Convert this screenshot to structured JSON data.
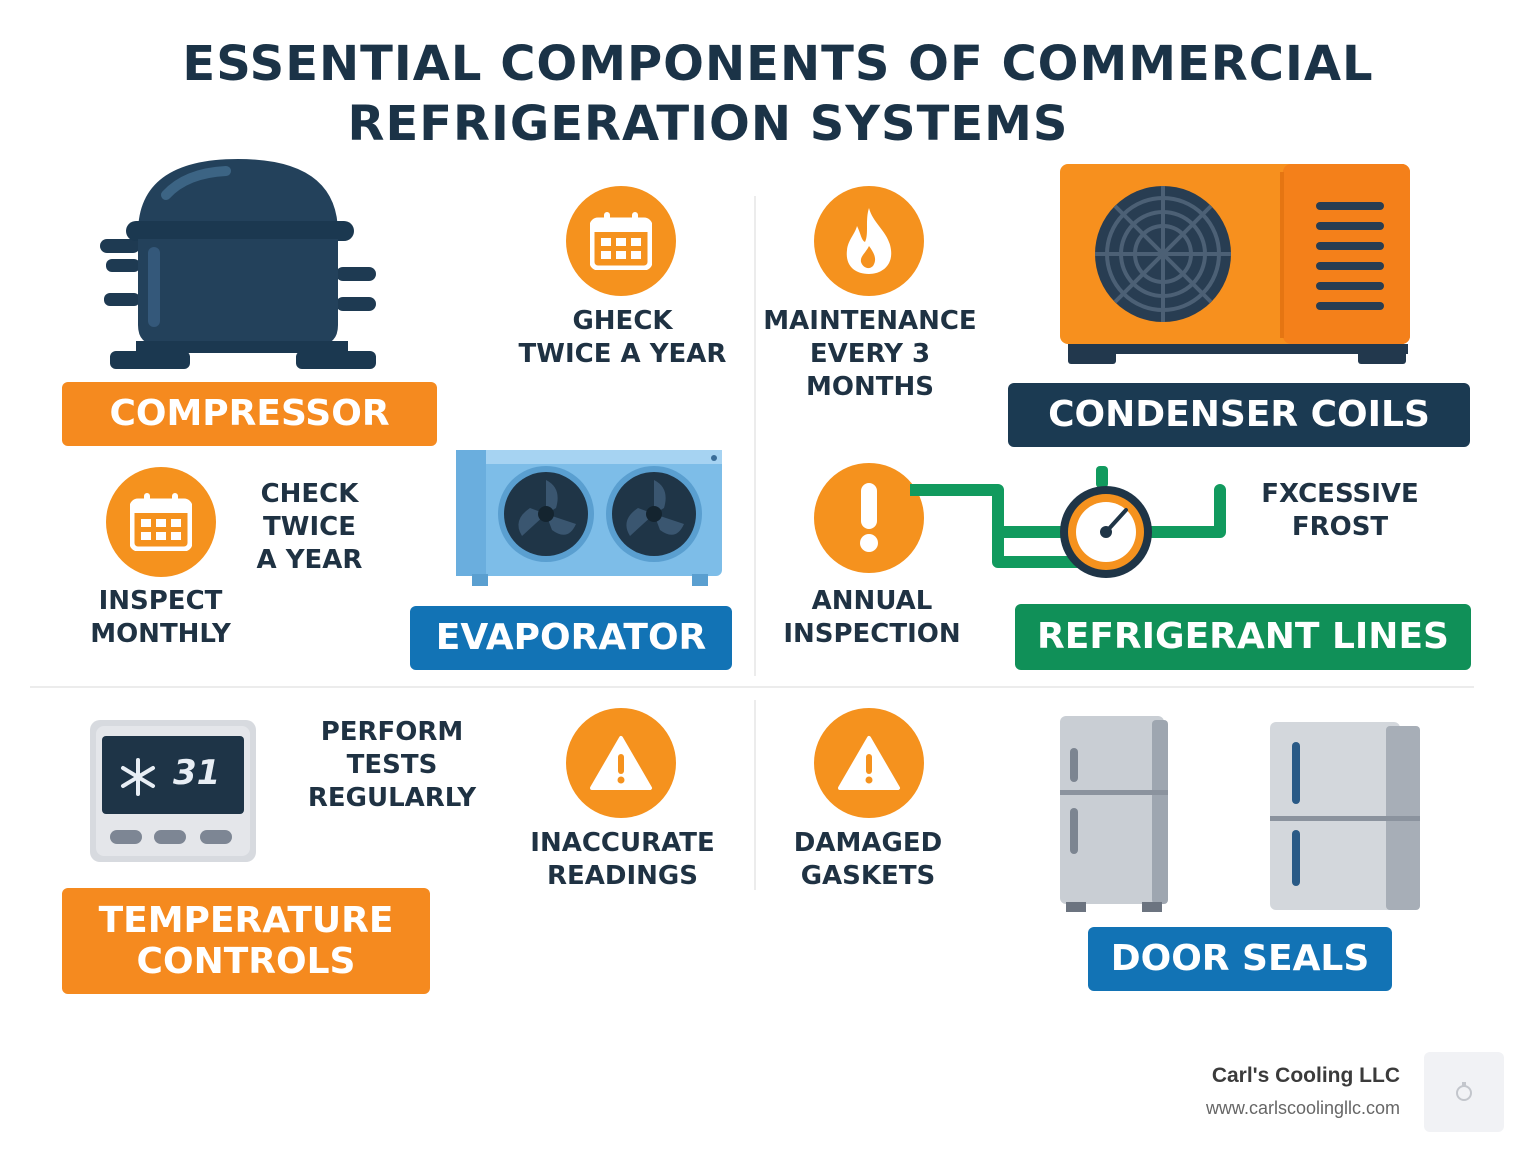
{
  "title": {
    "line1": "ESSENTIAL COMPONENTS OF COMMERCIAL",
    "line2": "REFRIGERATION SYSTEMS"
  },
  "components": {
    "compressor": "COMPRESSOR",
    "condenser": "CONDENSER COILS",
    "evaporator": "EVAPORATOR",
    "refrigerant": "REFRIGERANT LINES",
    "temperature": "TEMPERATURE\nCONTROLS",
    "door": "DOOR SEALS"
  },
  "notes": {
    "check_top": "GHECK\nTWICE A YEAR",
    "maintenance": "MAINTENANCE\nEVERY 3\nMONTHS",
    "check_left": "CHECK\nTWICE\nA YEAR",
    "inspect": "INSPECT\nMONTHLY",
    "annual": "ANNUAL\nINSPECTION",
    "frost": "FXCESSIVE\nFROST",
    "perform": "PERFORM\nTESTS\nREGULARLY",
    "inaccurate": "INACCURATE\nREADINGS",
    "gaskets": "DAMAGED\nGASKETS"
  },
  "thermostat": {
    "display": "31"
  },
  "brand": {
    "name": "Carl's Cooling LLC",
    "url": "www.carlscoolingllc.com"
  },
  "icons": {
    "calendar": "calendar-icon",
    "flame": "flame-icon",
    "alert": "exclamation-icon",
    "warning": "warning-triangle-icon",
    "gauge": "pressure-gauge-icon",
    "snowflake": "snowflake-icon"
  },
  "colors": {
    "orange": "#f58a1f",
    "navy": "#1b3a52",
    "blue": "#1273b5",
    "green": "#109058"
  }
}
